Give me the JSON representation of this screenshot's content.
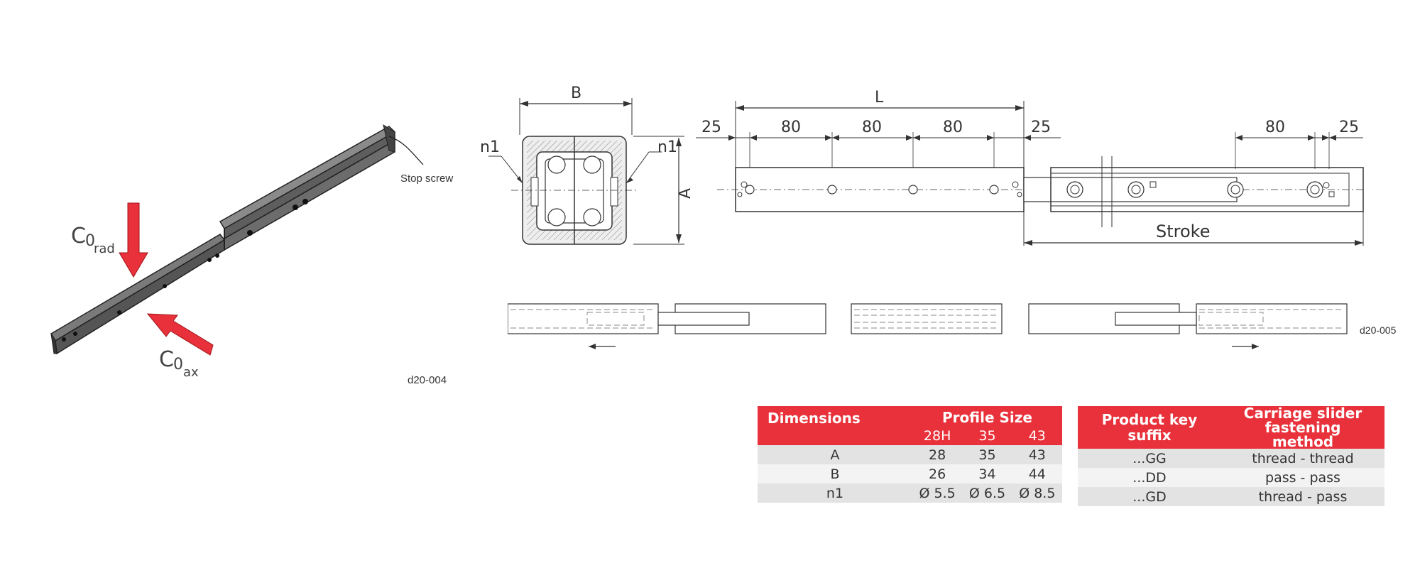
{
  "iso_view": {
    "stop_screw_label": "Stop screw",
    "c_rad_main": "C",
    "c_rad_sub_0": "0",
    "c_rad_sub_rad": "rad",
    "c_ax_main": "C",
    "c_ax_sub_0": "0",
    "c_ax_sub_ax": "ax",
    "figure_id": "d20-004",
    "arrow_color": "#e8313a"
  },
  "section_view": {
    "label_b": "B",
    "label_a": "A",
    "label_n1_left": "n1",
    "label_n1_right": "n1"
  },
  "side_view": {
    "label_l": "L",
    "dim_25_left": "25",
    "dim_80_1": "80",
    "dim_80_2": "80",
    "dim_80_3": "80",
    "dim_25_mid": "25",
    "dim_80_right": "80",
    "dim_25_right": "25",
    "label_stroke": "Stroke"
  },
  "schematic": {
    "figure_id": "d20-005"
  },
  "dimensions_table": {
    "header_dimensions": "Dimensions",
    "header_profile_size": "Profile Size",
    "sizes": [
      "28H",
      "35",
      "43"
    ],
    "rows": [
      {
        "name": "A",
        "values": [
          "28",
          "35",
          "43"
        ]
      },
      {
        "name": "B",
        "values": [
          "26",
          "34",
          "44"
        ]
      },
      {
        "name": "n1",
        "values": [
          "Ø 5.5",
          "Ø 6.5",
          "Ø 8.5"
        ]
      }
    ]
  },
  "suffix_table": {
    "header_suffix": "Product key suffix",
    "header_method": "Carriage slider fastening method",
    "rows": [
      {
        "suffix": "...GG",
        "method": "thread - thread"
      },
      {
        "suffix": "...DD",
        "method": "pass - pass"
      },
      {
        "suffix": "...GD",
        "method": "thread - pass"
      }
    ]
  },
  "colors": {
    "accent_red": "#e8313a",
    "row_dark": "#e3e3e3",
    "row_light": "#f3f3f3"
  }
}
